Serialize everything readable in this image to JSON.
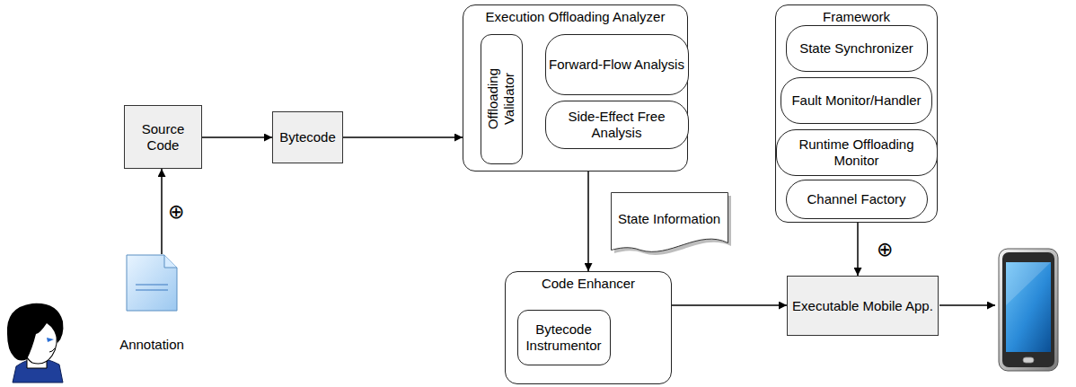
{
  "diagram": {
    "nodes": [
      {
        "text": [
          "Source Code"
        ]
      },
      {
        "text": [
          "Bytecode"
        ]
      },
      {
        "text": [
          "Execution Offloading Analyzer"
        ]
      },
      {
        "text": [
          "Offloading Validator"
        ],
        "in": 2
      },
      {
        "text": [
          "Forward-Flow Analysis"
        ],
        "in": 2
      },
      {
        "text": [
          "Side-Effect Free Analysis"
        ],
        "in": 2
      },
      {
        "text": [
          "Framework"
        ]
      },
      {
        "text": [
          "State Synchronizer"
        ],
        "in": 6
      },
      {
        "text": [
          "Fault Monitor/Handler"
        ],
        "in": 6
      },
      {
        "text": [
          "Runtime Offloading Monitor"
        ],
        "in": 6
      },
      {
        "text": [
          "Channel Factory"
        ],
        "in": 6
      },
      {
        "text": [
          "Annotation"
        ]
      },
      {
        "text": [
          "State Information"
        ]
      },
      {
        "text": [
          "Code Enhancer"
        ]
      },
      {
        "text": [
          "Bytecode Instrumentor"
        ],
        "in": 13
      },
      {
        "text": [
          "Executable Mobile App."
        ]
      }
    ],
    "edges": [
      {
        "from": 11,
        "to": 0,
        "arrow": "to",
        "label": "⊕"
      },
      {
        "from": 0,
        "to": 1,
        "arrow": "to"
      },
      {
        "from": 1,
        "to": 2,
        "arrow": "to"
      },
      {
        "from": 2,
        "to": 13,
        "arrow": "to"
      },
      {
        "from": 13,
        "to": 15,
        "arrow": "to"
      },
      {
        "from": 6,
        "to": 15,
        "arrow": "to",
        "label": "⊕"
      }
    ]
  }
}
